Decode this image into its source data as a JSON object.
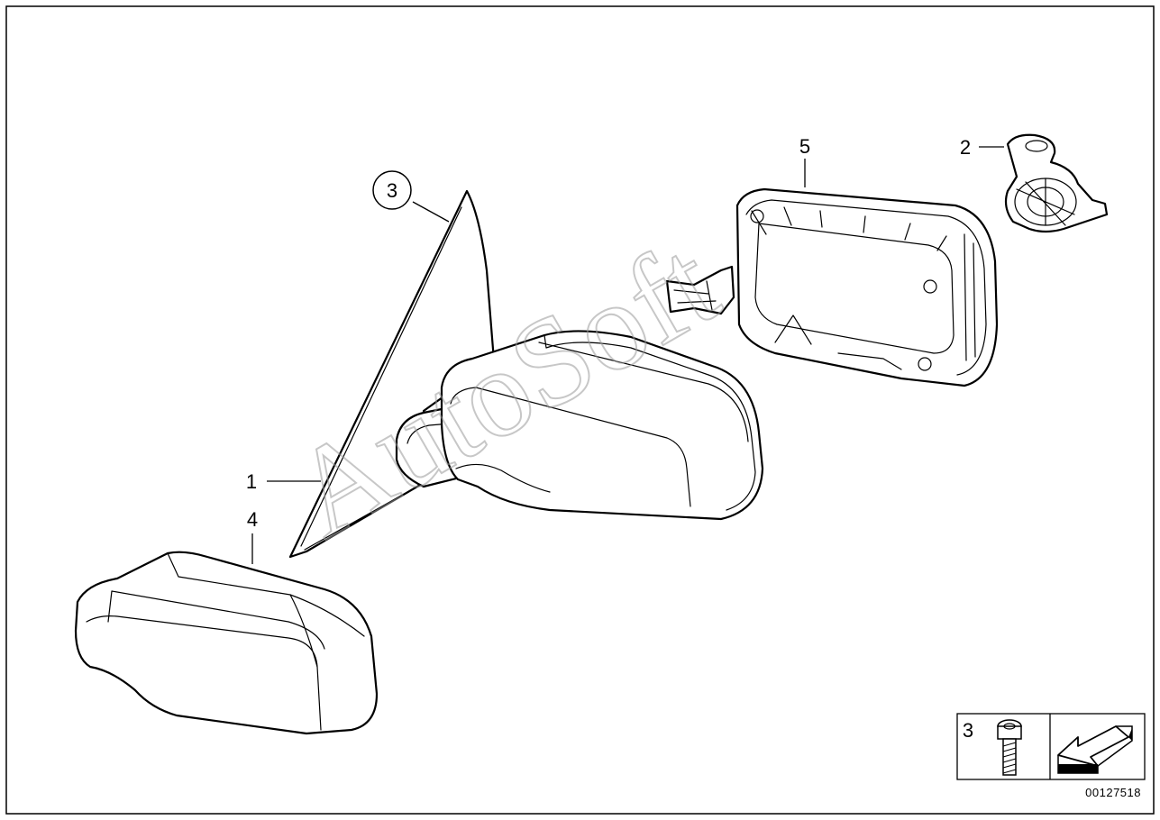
{
  "diagram": {
    "callouts": {
      "c1": "1",
      "c2": "2",
      "c3_circled": "3",
      "c4": "4",
      "c5": "5"
    },
    "legend": {
      "screw_qty": "3"
    },
    "part_number": "00127518",
    "watermark": "AutoSoft"
  }
}
